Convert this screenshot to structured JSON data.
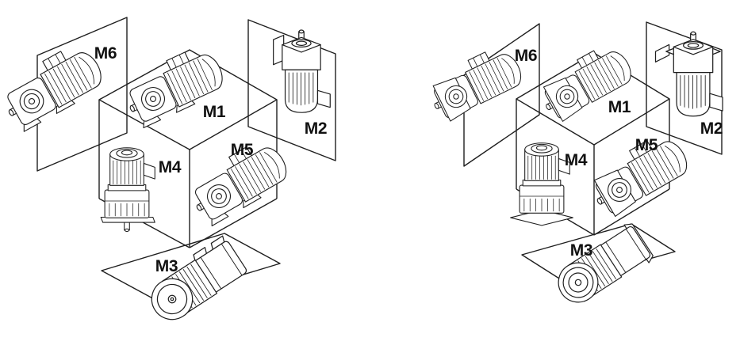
{
  "colors": {
    "background": "#ffffff",
    "line": "#1f1f1f",
    "label_text": "#111111"
  },
  "diagrams": [
    {
      "side": "left",
      "labels": [
        {
          "id": "M1",
          "text": "M1"
        },
        {
          "id": "M2",
          "text": "M2"
        },
        {
          "id": "M3",
          "text": "M3"
        },
        {
          "id": "M4",
          "text": "M4"
        },
        {
          "id": "M5",
          "text": "M5"
        },
        {
          "id": "M6",
          "text": "M6"
        }
      ]
    },
    {
      "side": "right",
      "labels": [
        {
          "id": "M1",
          "text": "M1"
        },
        {
          "id": "M2",
          "text": "M2"
        },
        {
          "id": "M3",
          "text": "M3"
        },
        {
          "id": "M4",
          "text": "M4"
        },
        {
          "id": "M5",
          "text": "M5"
        },
        {
          "id": "M6",
          "text": "M6"
        }
      ]
    }
  ]
}
